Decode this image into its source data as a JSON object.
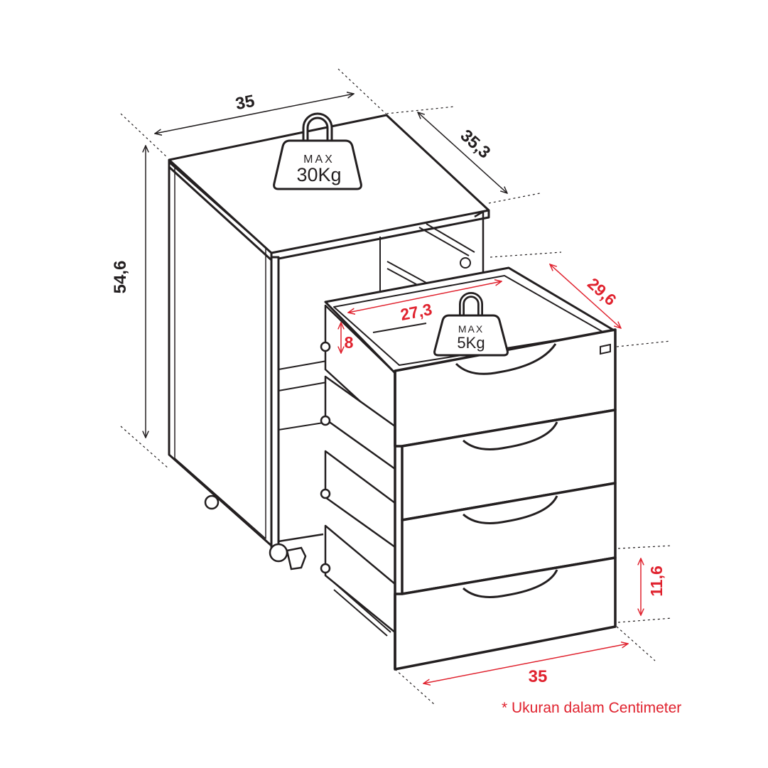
{
  "dimensions": {
    "top_width": "35",
    "depth": "35,3",
    "height": "54,6",
    "drawer_inner_width": "27,3",
    "drawer_depth": "29,6",
    "drawer_inner_height": "8",
    "drawer_front_height": "11,6",
    "front_width": "35"
  },
  "weights": {
    "top": {
      "max": "MAX",
      "value": "30Kg"
    },
    "drawer": {
      "max": "MAX",
      "value": "5Kg"
    }
  },
  "note": "* Ukuran dalam Centimeter",
  "colors": {
    "line": "#231f20",
    "accent": "#e0222e",
    "background": "#ffffff"
  }
}
